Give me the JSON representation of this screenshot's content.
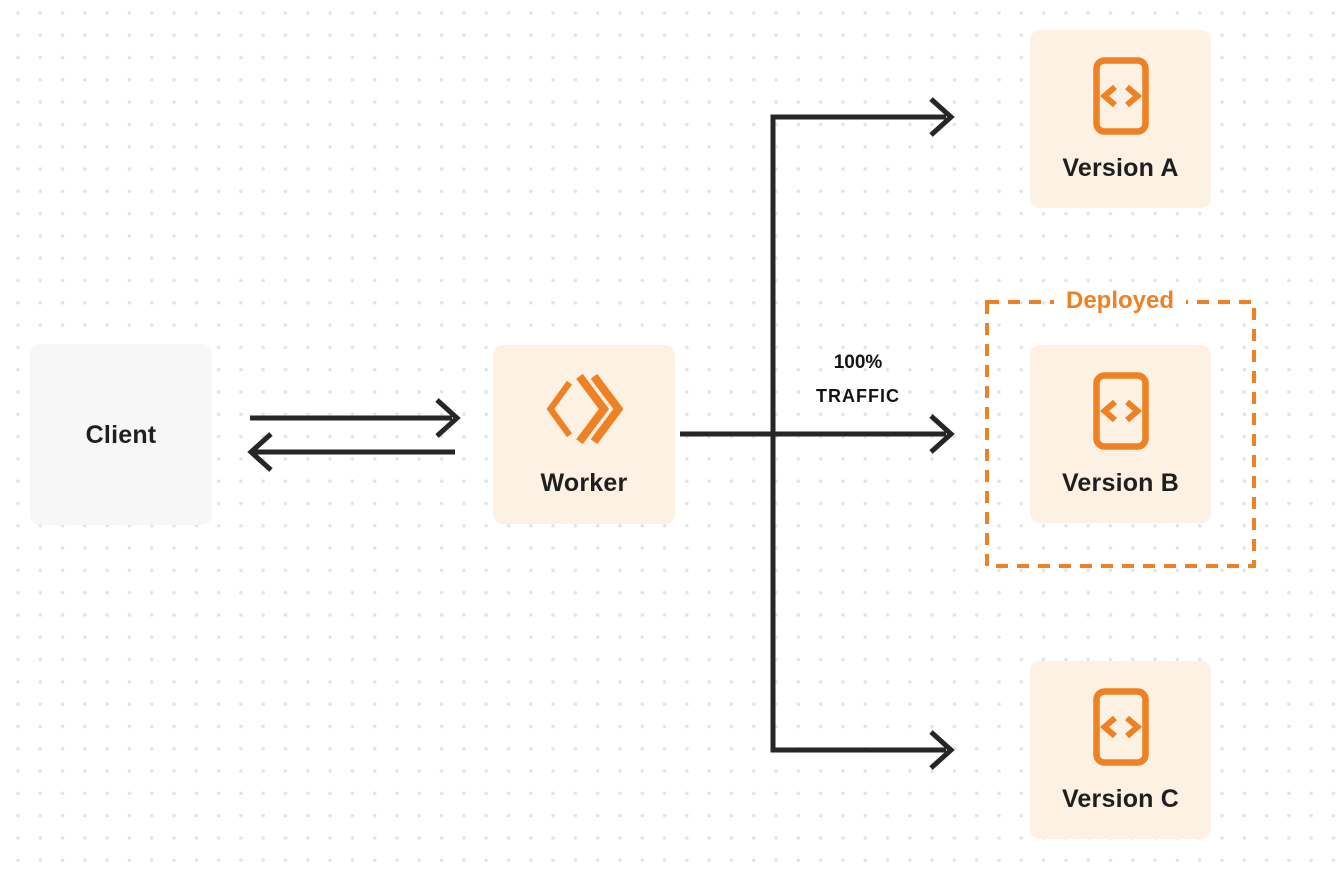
{
  "diagram": {
    "title": "worker-versions-deployment-diagram",
    "colors": {
      "accent_orange": "#ee8123",
      "node_cream_bg": "#fcf1e2",
      "client_node_bg": "#f7f7f8",
      "arrow_dark": "#262626",
      "background_dot": "#e4e4e6",
      "label_dark": "#1f1f1f"
    },
    "client": {
      "label": "Client"
    },
    "worker": {
      "label": "Worker",
      "icon": "workers-logo-icon"
    },
    "deployed": {
      "label": "Deployed"
    },
    "traffic": {
      "line1": "100%",
      "line2": "TRAFFIC"
    },
    "versions": [
      {
        "label": "Version A",
        "icon": "code-file-icon",
        "deployed": false
      },
      {
        "label": "Version B",
        "icon": "code-file-icon",
        "deployed": true
      },
      {
        "label": "Version C",
        "icon": "code-file-icon",
        "deployed": false
      }
    ],
    "edges": [
      {
        "from": "client",
        "to": "worker",
        "direction": "right"
      },
      {
        "from": "worker",
        "to": "client",
        "direction": "left"
      },
      {
        "from": "worker",
        "to": "version-a",
        "direction": "right"
      },
      {
        "from": "worker",
        "to": "version-b",
        "direction": "right",
        "label": "100% TRAFFIC"
      },
      {
        "from": "worker",
        "to": "version-c",
        "direction": "right"
      }
    ]
  }
}
